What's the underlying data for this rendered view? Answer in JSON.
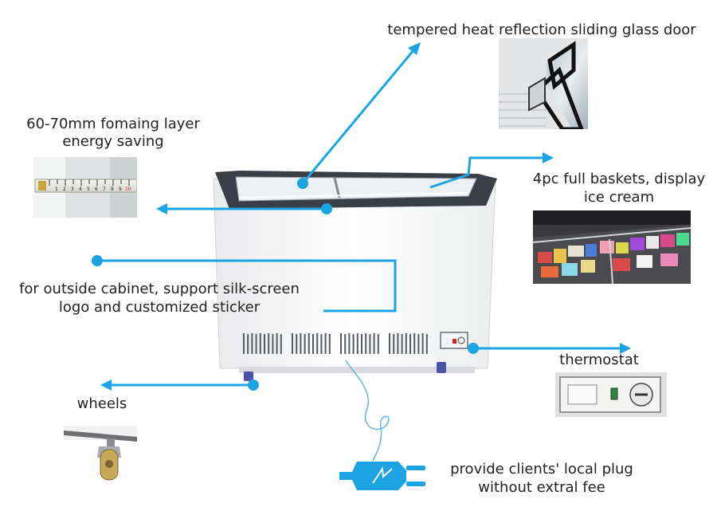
{
  "accent_color": "#1ba3e3",
  "callouts": {
    "glass_door": "tempered heat reflection sliding glass door",
    "foaming_line1": "60-70mm fomaing layer",
    "foaming_line2": "energy saving",
    "baskets_line1": "4pc full baskets, display",
    "baskets_line2": "ice cream",
    "cabinet_line1": "for outside cabinet, support silk-screen",
    "cabinet_line2": "logo and customized sticker",
    "thermostat": "thermostat",
    "wheels": "wheels",
    "plug_line1": "provide clients' local plug",
    "plug_line2": "without extral fee"
  },
  "tape_numbers": [
    "1",
    "2",
    "3",
    "4",
    "5",
    "6",
    "7",
    "8",
    "9",
    "10"
  ]
}
